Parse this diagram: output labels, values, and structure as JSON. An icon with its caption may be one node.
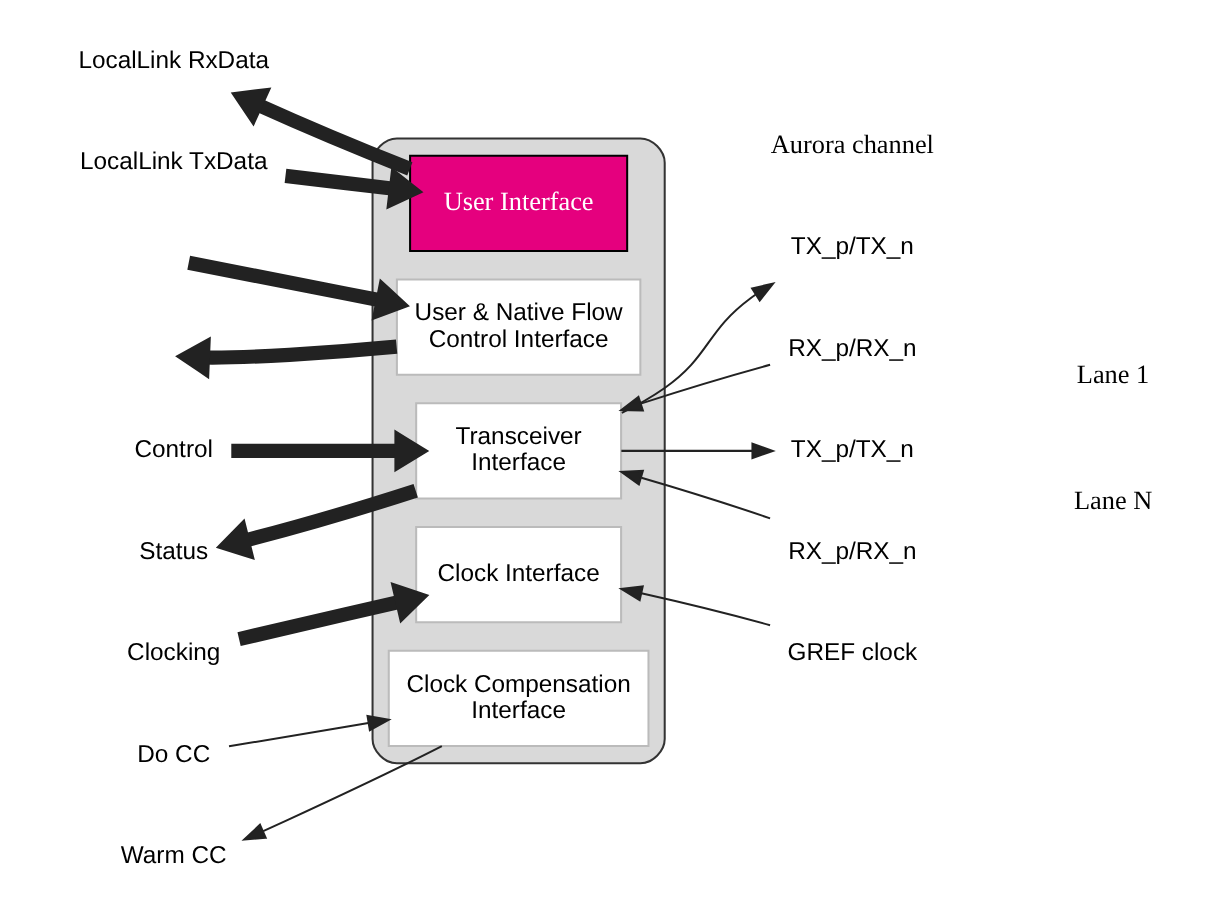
{
  "diagram": {
    "nodes": [
      {
        "text": [],
        "shape": "box"
      },
      {
        "text": [
          "User Interface"
        ],
        "in": 0
      },
      {
        "text": [
          "User & Native Flow Control Interface"
        ],
        "in": 0
      },
      {
        "text": [
          "Transceiver Interface"
        ],
        "in": 0
      },
      {
        "text": [
          "Clock Interface"
        ],
        "in": 0
      },
      {
        "text": [
          "Clock Compensation Interface"
        ],
        "in": 0
      },
      {
        "text": [
          "LocalLink RxData"
        ]
      },
      {
        "text": [
          "LocalLink TxData"
        ]
      },
      {
        "text": [
          "Control"
        ]
      },
      {
        "text": [
          "Status"
        ]
      },
      {
        "text": [
          "Clocking"
        ]
      },
      {
        "text": [
          "Do CC"
        ]
      },
      {
        "text": [
          "Warm CC"
        ]
      },
      {
        "text": [
          "TX_p/TX_n"
        ]
      },
      {
        "text": [
          "RX_p/RX_n"
        ]
      },
      {
        "text": [
          "TX_p/TX_n"
        ]
      },
      {
        "text": [
          "RX_p/RX_n"
        ]
      },
      {
        "text": [
          "GREF clock"
        ]
      }
    ],
    "edges": [
      {
        "from": 1,
        "to": 6,
        "arrow": "to",
        "style": "thick"
      },
      {
        "from": 7,
        "to": 1,
        "arrow": "to",
        "style": "thick"
      },
      {
        "from": null,
        "to": 2,
        "arrow": "to",
        "style": "thick"
      },
      {
        "from": 2,
        "to": null,
        "arrow": "to",
        "style": "thick"
      },
      {
        "from": 8,
        "to": 3,
        "arrow": "to",
        "style": "thick"
      },
      {
        "from": 3,
        "to": 9,
        "arrow": "to",
        "style": "thick"
      },
      {
        "from": 10,
        "to": 4,
        "arrow": "to",
        "style": "thick"
      },
      {
        "from": 11,
        "to": 5,
        "arrow": "to"
      },
      {
        "from": 5,
        "to": 12,
        "arrow": "to"
      },
      {
        "from": 3,
        "to": 13,
        "arrow": "to"
      },
      {
        "from": 14,
        "to": 3,
        "arrow": "to"
      },
      {
        "from": 3,
        "to": 15,
        "arrow": "to"
      },
      {
        "from": 16,
        "to": 3,
        "arrow": "to"
      },
      {
        "from": 17,
        "to": 4,
        "arrow": "to"
      }
    ],
    "labels": [
      "Aurora channel",
      "Lane 1",
      "Lane N"
    ]
  }
}
